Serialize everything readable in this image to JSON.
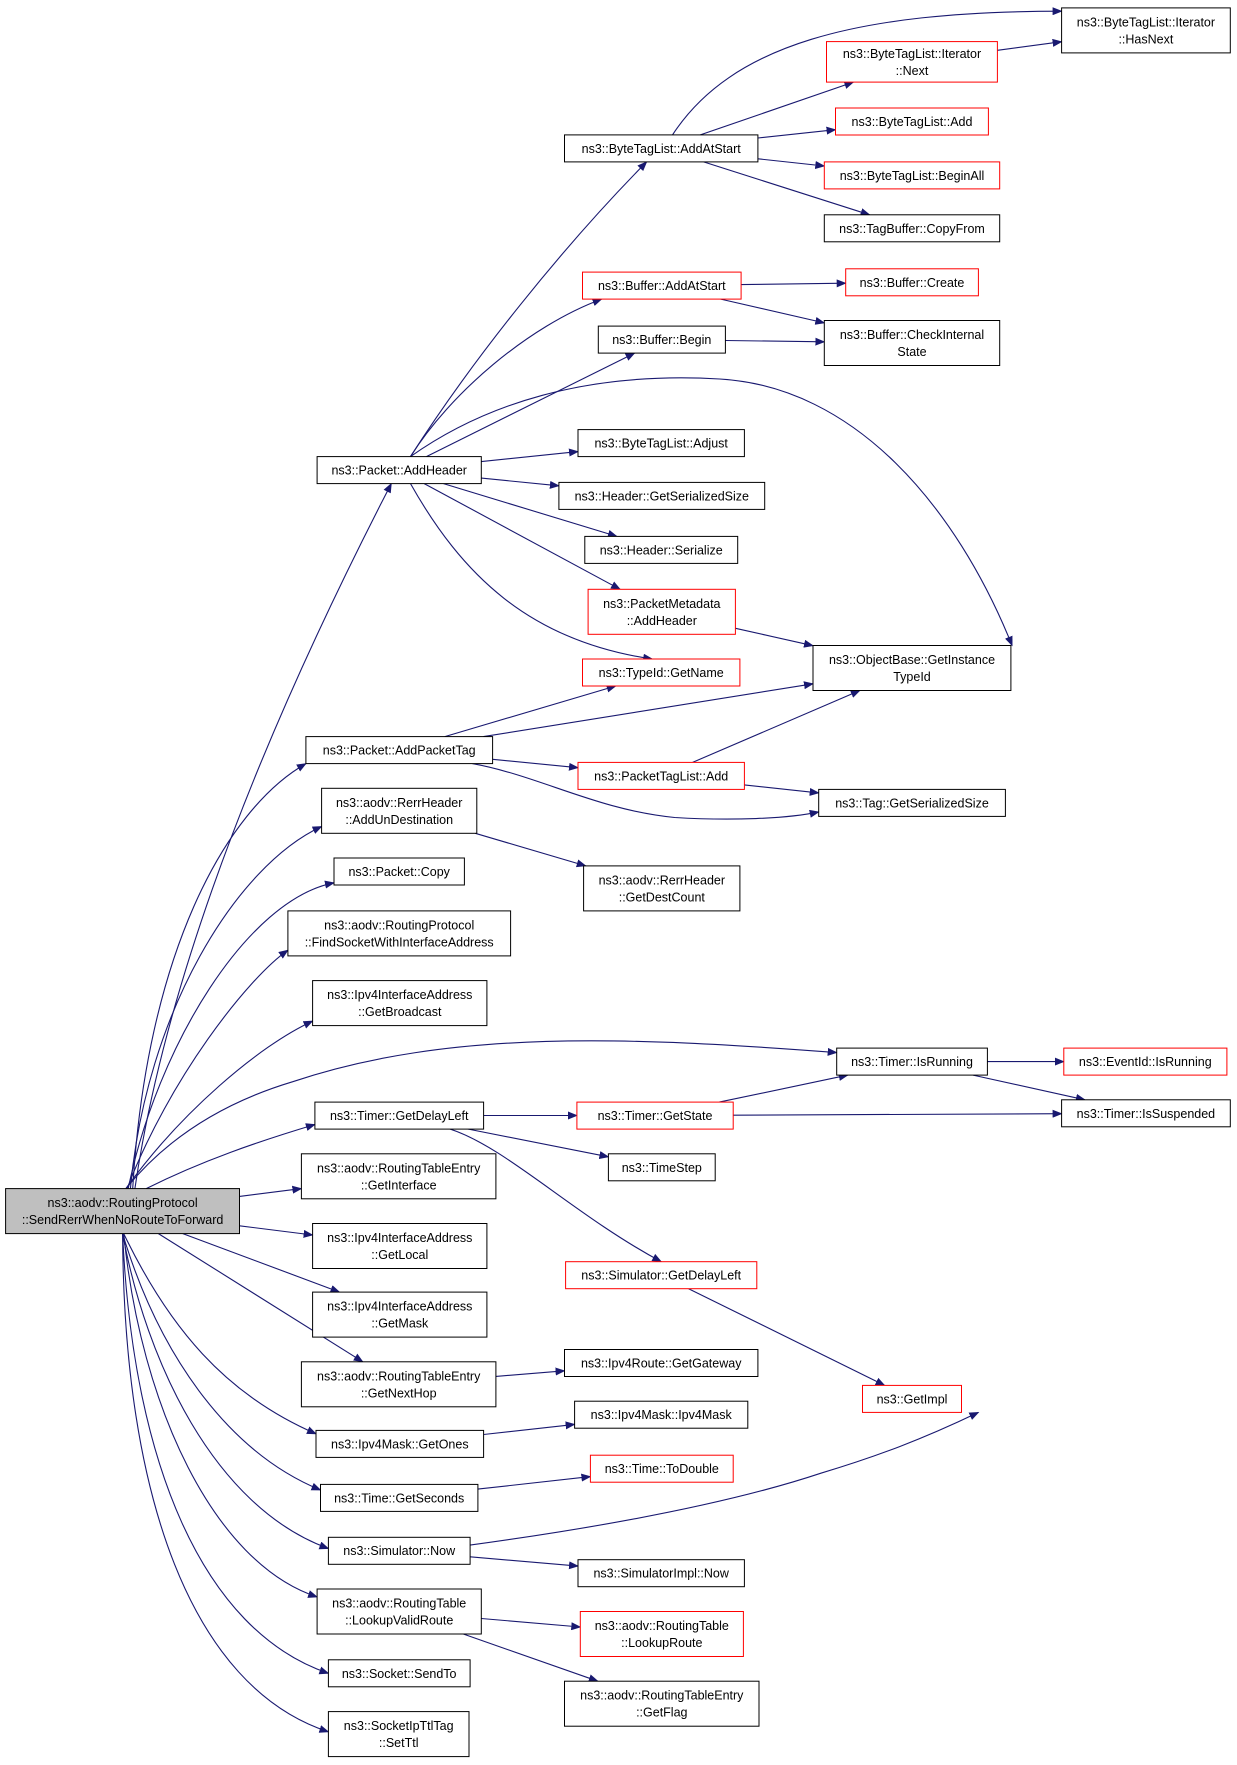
{
  "colors": {
    "edge": "#191970",
    "root_fill": "#bfbfbf",
    "box_border": "#000000",
    "truncated_border": "#ff0000",
    "background": "#ffffff"
  },
  "nodes": [
    {
      "id": "root",
      "lines": [
        "ns3::aodv::RoutingProtocol",
        "::SendRerrWhenNoRouteToForward"
      ],
      "style": "root"
    },
    {
      "id": "addHeader",
      "lines": [
        "ns3::Packet::AddHeader"
      ],
      "style": "normal"
    },
    {
      "id": "addPacketTag",
      "lines": [
        "ns3::Packet::AddPacketTag"
      ],
      "style": "normal"
    },
    {
      "id": "addUnDest",
      "lines": [
        "ns3::aodv::RerrHeader",
        "::AddUnDestination"
      ],
      "style": "normal"
    },
    {
      "id": "pktCopy",
      "lines": [
        "ns3::Packet::Copy"
      ],
      "style": "normal"
    },
    {
      "id": "findSocket",
      "lines": [
        "ns3::aodv::RoutingProtocol",
        "::FindSocketWithInterfaceAddress"
      ],
      "style": "normal"
    },
    {
      "id": "getBroadcast",
      "lines": [
        "ns3::Ipv4InterfaceAddress",
        "::GetBroadcast"
      ],
      "style": "normal"
    },
    {
      "id": "getDelayLeftTimer",
      "lines": [
        "ns3::Timer::GetDelayLeft"
      ],
      "style": "normal"
    },
    {
      "id": "getInterface",
      "lines": [
        "ns3::aodv::RoutingTableEntry",
        "::GetInterface"
      ],
      "style": "normal"
    },
    {
      "id": "getLocal",
      "lines": [
        "ns3::Ipv4InterfaceAddress",
        "::GetLocal"
      ],
      "style": "normal"
    },
    {
      "id": "getMask",
      "lines": [
        "ns3::Ipv4InterfaceAddress",
        "::GetMask"
      ],
      "style": "normal"
    },
    {
      "id": "getNextHop",
      "lines": [
        "ns3::aodv::RoutingTableEntry",
        "::GetNextHop"
      ],
      "style": "normal"
    },
    {
      "id": "getOnes",
      "lines": [
        "ns3::Ipv4Mask::GetOnes"
      ],
      "style": "normal"
    },
    {
      "id": "getSeconds",
      "lines": [
        "ns3::Time::GetSeconds"
      ],
      "style": "normal"
    },
    {
      "id": "simNow",
      "lines": [
        "ns3::Simulator::Now"
      ],
      "style": "normal"
    },
    {
      "id": "lookupValid",
      "lines": [
        "ns3::aodv::RoutingTable",
        "::LookupValidRoute"
      ],
      "style": "normal"
    },
    {
      "id": "sendTo",
      "lines": [
        "ns3::Socket::SendTo"
      ],
      "style": "normal"
    },
    {
      "id": "setTtl",
      "lines": [
        "ns3::SocketIpTtlTag",
        "::SetTtl"
      ],
      "style": "normal"
    },
    {
      "id": "btlAddAtStart",
      "lines": [
        "ns3::ByteTagList::AddAtStart"
      ],
      "style": "normal"
    },
    {
      "id": "bufAddAtStart",
      "lines": [
        "ns3::Buffer::AddAtStart"
      ],
      "style": "truncated"
    },
    {
      "id": "bufBegin",
      "lines": [
        "ns3::Buffer::Begin"
      ],
      "style": "normal"
    },
    {
      "id": "btlAdjust",
      "lines": [
        "ns3::ByteTagList::Adjust"
      ],
      "style": "normal"
    },
    {
      "id": "hdrGetSize",
      "lines": [
        "ns3::Header::GetSerializedSize"
      ],
      "style": "normal"
    },
    {
      "id": "hdrSerialize",
      "lines": [
        "ns3::Header::Serialize"
      ],
      "style": "normal"
    },
    {
      "id": "pmAddHeader",
      "lines": [
        "ns3::PacketMetadata",
        "::AddHeader"
      ],
      "style": "truncated"
    },
    {
      "id": "typeIdName",
      "lines": [
        "ns3::TypeId::GetName"
      ],
      "style": "truncated"
    },
    {
      "id": "ptlAdd",
      "lines": [
        "ns3::PacketTagList::Add"
      ],
      "style": "truncated"
    },
    {
      "id": "rerrDestCount",
      "lines": [
        "ns3::aodv::RerrHeader",
        "::GetDestCount"
      ],
      "style": "normal"
    },
    {
      "id": "timerGetState",
      "lines": [
        "ns3::Timer::GetState"
      ],
      "style": "truncated"
    },
    {
      "id": "timeStep",
      "lines": [
        "ns3::TimeStep"
      ],
      "style": "normal"
    },
    {
      "id": "simGetDelayLeft",
      "lines": [
        "ns3::Simulator::GetDelayLeft"
      ],
      "style": "truncated"
    },
    {
      "id": "getGateway",
      "lines": [
        "ns3::Ipv4Route::GetGateway"
      ],
      "style": "normal"
    },
    {
      "id": "ipv4MaskCtor",
      "lines": [
        "ns3::Ipv4Mask::Ipv4Mask"
      ],
      "style": "normal"
    },
    {
      "id": "timeToDouble",
      "lines": [
        "ns3::Time::ToDouble"
      ],
      "style": "truncated"
    },
    {
      "id": "simImplNow",
      "lines": [
        "ns3::SimulatorImpl::Now"
      ],
      "style": "normal"
    },
    {
      "id": "lookupRoute",
      "lines": [
        "ns3::aodv::RoutingTable",
        "::LookupRoute"
      ],
      "style": "truncated"
    },
    {
      "id": "getFlag",
      "lines": [
        "ns3::aodv::RoutingTableEntry",
        "::GetFlag"
      ],
      "style": "normal"
    },
    {
      "id": "itNext",
      "lines": [
        "ns3::ByteTagList::Iterator",
        "::Next"
      ],
      "style": "truncated"
    },
    {
      "id": "btlAdd",
      "lines": [
        "ns3::ByteTagList::Add"
      ],
      "style": "truncated"
    },
    {
      "id": "btlBeginAll",
      "lines": [
        "ns3::ByteTagList::BeginAll"
      ],
      "style": "truncated"
    },
    {
      "id": "tagBufCopy",
      "lines": [
        "ns3::TagBuffer::CopyFrom"
      ],
      "style": "normal"
    },
    {
      "id": "bufCreate",
      "lines": [
        "ns3::Buffer::Create"
      ],
      "style": "truncated"
    },
    {
      "id": "bufCheckInternal",
      "lines": [
        "ns3::Buffer::CheckInternal",
        "State"
      ],
      "style": "normal"
    },
    {
      "id": "objGetTypeId",
      "lines": [
        "ns3::ObjectBase::GetInstance",
        "TypeId"
      ],
      "style": "normal"
    },
    {
      "id": "tagGetSize",
      "lines": [
        "ns3::Tag::GetSerializedSize"
      ],
      "style": "normal"
    },
    {
      "id": "timerIsRunning",
      "lines": [
        "ns3::Timer::IsRunning"
      ],
      "style": "normal"
    },
    {
      "id": "timerIsSuspended",
      "lines": [
        "ns3::Timer::IsSuspended"
      ],
      "style": "normal"
    },
    {
      "id": "getImpl",
      "lines": [
        "ns3::GetImpl"
      ],
      "style": "truncated"
    },
    {
      "id": "itHasNext",
      "lines": [
        "ns3::ByteTagList::Iterator",
        "::HasNext"
      ],
      "style": "normal"
    },
    {
      "id": "eventIdRunning",
      "lines": [
        "ns3::EventId::IsRunning"
      ],
      "style": "truncated"
    }
  ],
  "edges": [
    [
      "root",
      "addHeader"
    ],
    [
      "root",
      "addPacketTag"
    ],
    [
      "root",
      "addUnDest"
    ],
    [
      "root",
      "pktCopy"
    ],
    [
      "root",
      "findSocket"
    ],
    [
      "root",
      "getBroadcast"
    ],
    [
      "root",
      "timerIsRunning"
    ],
    [
      "root",
      "getDelayLeftTimer"
    ],
    [
      "root",
      "getInterface"
    ],
    [
      "root",
      "getLocal"
    ],
    [
      "root",
      "getMask"
    ],
    [
      "root",
      "getNextHop"
    ],
    [
      "root",
      "getOnes"
    ],
    [
      "root",
      "getSeconds"
    ],
    [
      "root",
      "simNow"
    ],
    [
      "root",
      "lookupValid"
    ],
    [
      "root",
      "sendTo"
    ],
    [
      "root",
      "setTtl"
    ],
    [
      "addHeader",
      "btlAddAtStart"
    ],
    [
      "addHeader",
      "bufAddAtStart"
    ],
    [
      "addHeader",
      "bufBegin"
    ],
    [
      "addHeader",
      "objGetTypeId"
    ],
    [
      "addHeader",
      "btlAdjust"
    ],
    [
      "addHeader",
      "hdrGetSize"
    ],
    [
      "addHeader",
      "hdrSerialize"
    ],
    [
      "addHeader",
      "pmAddHeader"
    ],
    [
      "addHeader",
      "typeIdName"
    ],
    [
      "btlAddAtStart",
      "itHasNext"
    ],
    [
      "btlAddAtStart",
      "itNext"
    ],
    [
      "btlAddAtStart",
      "btlAdd"
    ],
    [
      "btlAddAtStart",
      "btlBeginAll"
    ],
    [
      "btlAddAtStart",
      "tagBufCopy"
    ],
    [
      "itNext",
      "itHasNext"
    ],
    [
      "bufAddAtStart",
      "bufCreate"
    ],
    [
      "bufAddAtStart",
      "bufCheckInternal"
    ],
    [
      "bufBegin",
      "bufCheckInternal"
    ],
    [
      "pmAddHeader",
      "objGetTypeId"
    ],
    [
      "addPacketTag",
      "typeIdName"
    ],
    [
      "addPacketTag",
      "objGetTypeId"
    ],
    [
      "addPacketTag",
      "ptlAdd"
    ],
    [
      "addPacketTag",
      "tagGetSize"
    ],
    [
      "ptlAdd",
      "objGetTypeId"
    ],
    [
      "ptlAdd",
      "tagGetSize"
    ],
    [
      "addUnDest",
      "rerrDestCount"
    ],
    [
      "getDelayLeftTimer",
      "timerGetState"
    ],
    [
      "getDelayLeftTimer",
      "timeStep"
    ],
    [
      "getDelayLeftTimer",
      "simGetDelayLeft"
    ],
    [
      "timerGetState",
      "timerIsRunning"
    ],
    [
      "timerGetState",
      "timerIsSuspended"
    ],
    [
      "timerIsRunning",
      "eventIdRunning"
    ],
    [
      "timerIsRunning",
      "timerIsSuspended"
    ],
    [
      "simGetDelayLeft",
      "getImpl"
    ],
    [
      "getNextHop",
      "getGateway"
    ],
    [
      "getOnes",
      "ipv4MaskCtor"
    ],
    [
      "getSeconds",
      "timeToDouble"
    ],
    [
      "simNow",
      "getImpl"
    ],
    [
      "simNow",
      "simImplNow"
    ],
    [
      "lookupValid",
      "lookupRoute"
    ],
    [
      "lookupValid",
      "getFlag"
    ]
  ]
}
